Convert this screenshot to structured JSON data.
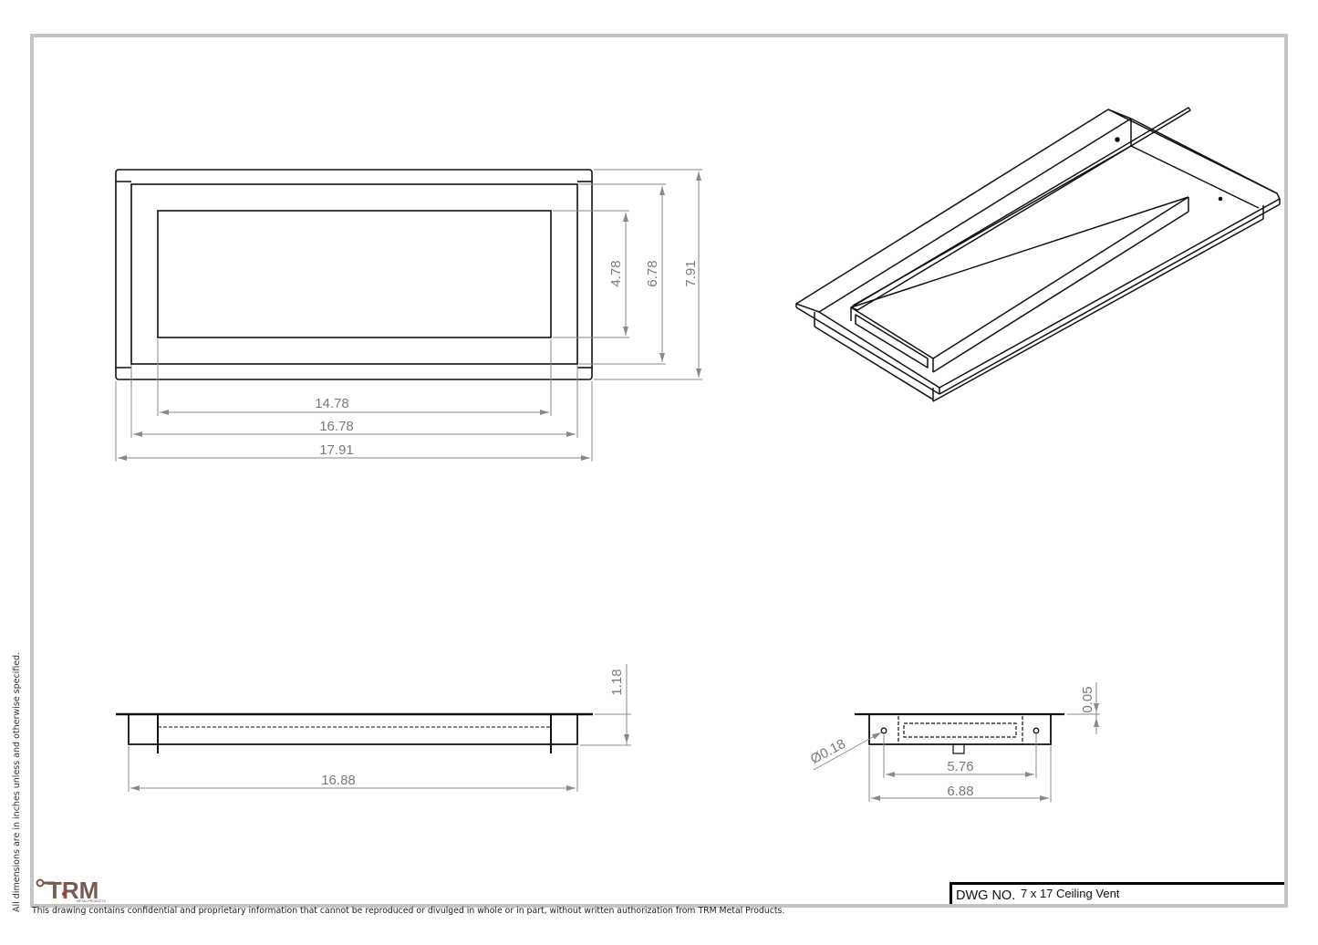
{
  "drawing": {
    "title_block": {
      "label": "DWG NO.",
      "value": "7 x 17 Ceiling Vent"
    },
    "side_note": "All dimensions are in inches unless and otherwise specified.",
    "footer_note": "This drawing contains confidential and proprietary information that cannot be reproduced or divulged in whole or in part, without written authorization from TRM Metal Products.",
    "logo": {
      "text": "TRM",
      "subtext": "METAL PRODUCTS",
      "color": "#7a5a4e",
      "accent": "#d11f2a"
    },
    "colors": {
      "frame": "#c4c4c4",
      "line": "#111111",
      "dimension": "#8a8a8a"
    },
    "views": {
      "front": {
        "dims": {
          "inner_width": "14.78",
          "mid_width": "16.78",
          "outer_width": "17.91",
          "inner_height": "4.78",
          "mid_height": "6.78",
          "outer_height": "7.91"
        }
      },
      "side_long": {
        "dims": {
          "width": "16.88",
          "height": "1.18"
        }
      },
      "side_short": {
        "dims": {
          "hole_diameter": "Ø0.18",
          "hole_spacing": "5.76",
          "width": "6.88",
          "flange": "0.05"
        }
      },
      "isometric": {
        "label": "isometric-view"
      }
    }
  }
}
